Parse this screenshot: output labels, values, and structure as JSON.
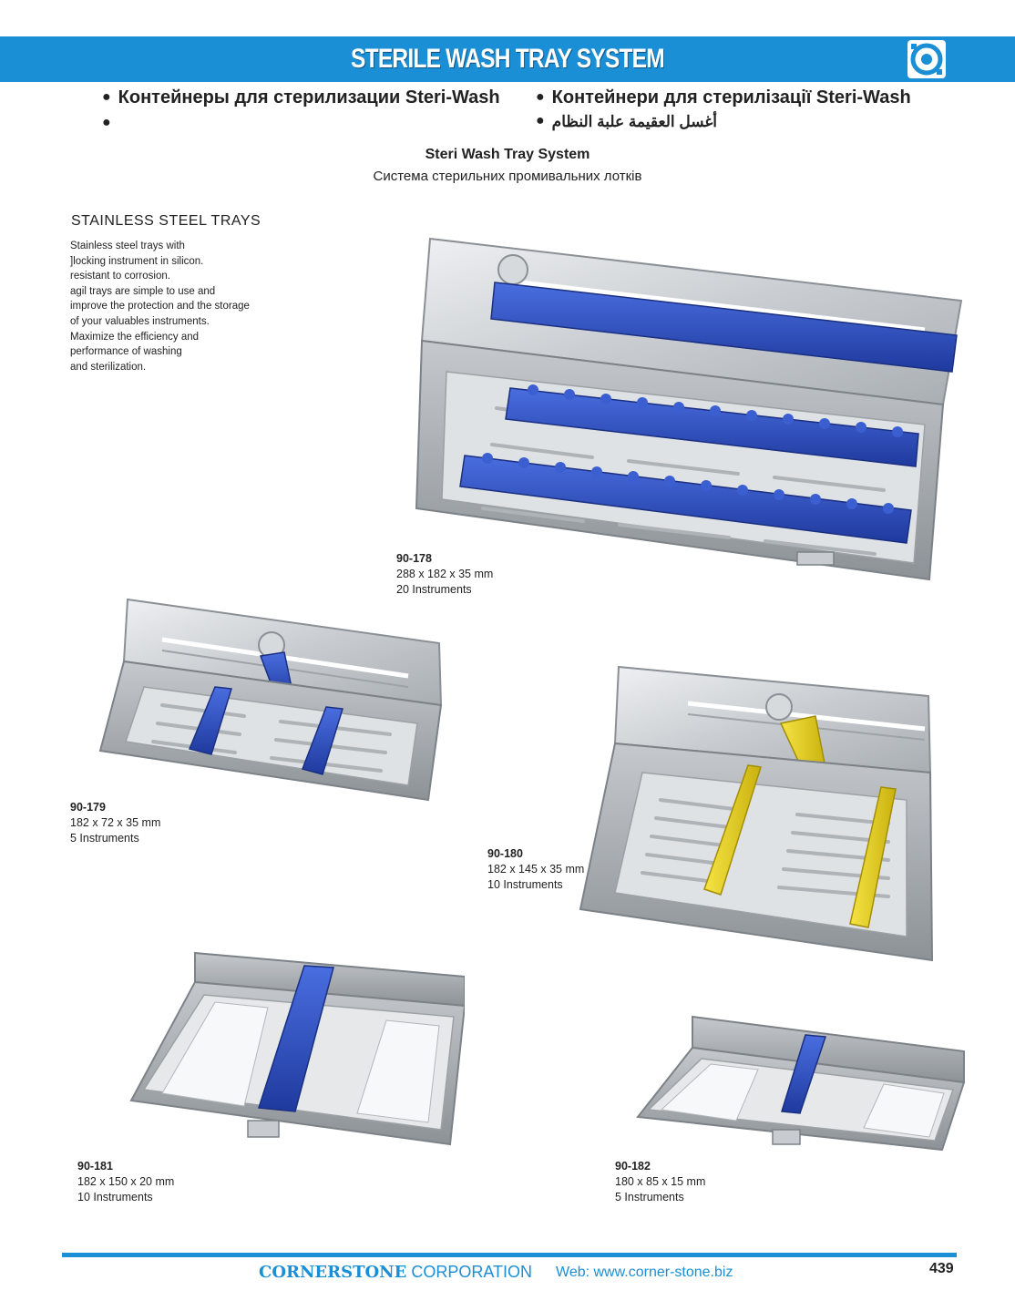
{
  "header": {
    "title": "STERILE WASH TRAY SYSTEM",
    "logo": "cornerstone-logo",
    "bar_color": "#1b8fd6"
  },
  "bullets": {
    "russian": "Контейнеры для стерилизации Steri-Wash",
    "ukrainian": "Контейнери для стерилізації Steri-Wash",
    "empty": "",
    "arabic": "أغسل العقيمة علبة النظام"
  },
  "intro": {
    "title": "Steri Wash Tray System",
    "subtitle": "Система стерильних промивальних лотків"
  },
  "section": {
    "heading": "STAINLESS STEEL TRAYS",
    "description_lines": [
      "Stainless steel trays with",
      "]locking instrument in silicon.",
      "resistant to corrosion.",
      "agil trays are simple to use and",
      "improve the protection and the storage",
      "of your valuables instruments.",
      "Maximize the efficiency and",
      "performance of washing",
      "and sterilization."
    ]
  },
  "products": [
    {
      "code": "90-178",
      "size": "288 x 182 x 35 mm",
      "capacity": "20 Instruments",
      "holder_color": "#2748b8"
    },
    {
      "code": "90-179",
      "size": "182 x 72 x 35 mm",
      "capacity": "5 Instruments",
      "holder_color": "#2748b8"
    },
    {
      "code": "90-180",
      "size": "182 x 145 x 35 mm",
      "capacity": "10 Instruments",
      "holder_color": "#e6cf1c"
    },
    {
      "code": "90-181",
      "size": "182 x 150 x 20 mm",
      "capacity": "10 Instruments",
      "holder_color": "#2748b8"
    },
    {
      "code": "90-182",
      "size": "180 x 85 x 15 mm",
      "capacity": "5 Instruments",
      "holder_color": "#2748b8"
    }
  ],
  "footer": {
    "company_bold": "CORNERSTONE",
    "company_rest": " CORPORATION",
    "web": "Web: www.corner-stone.biz",
    "page_number": "439"
  }
}
